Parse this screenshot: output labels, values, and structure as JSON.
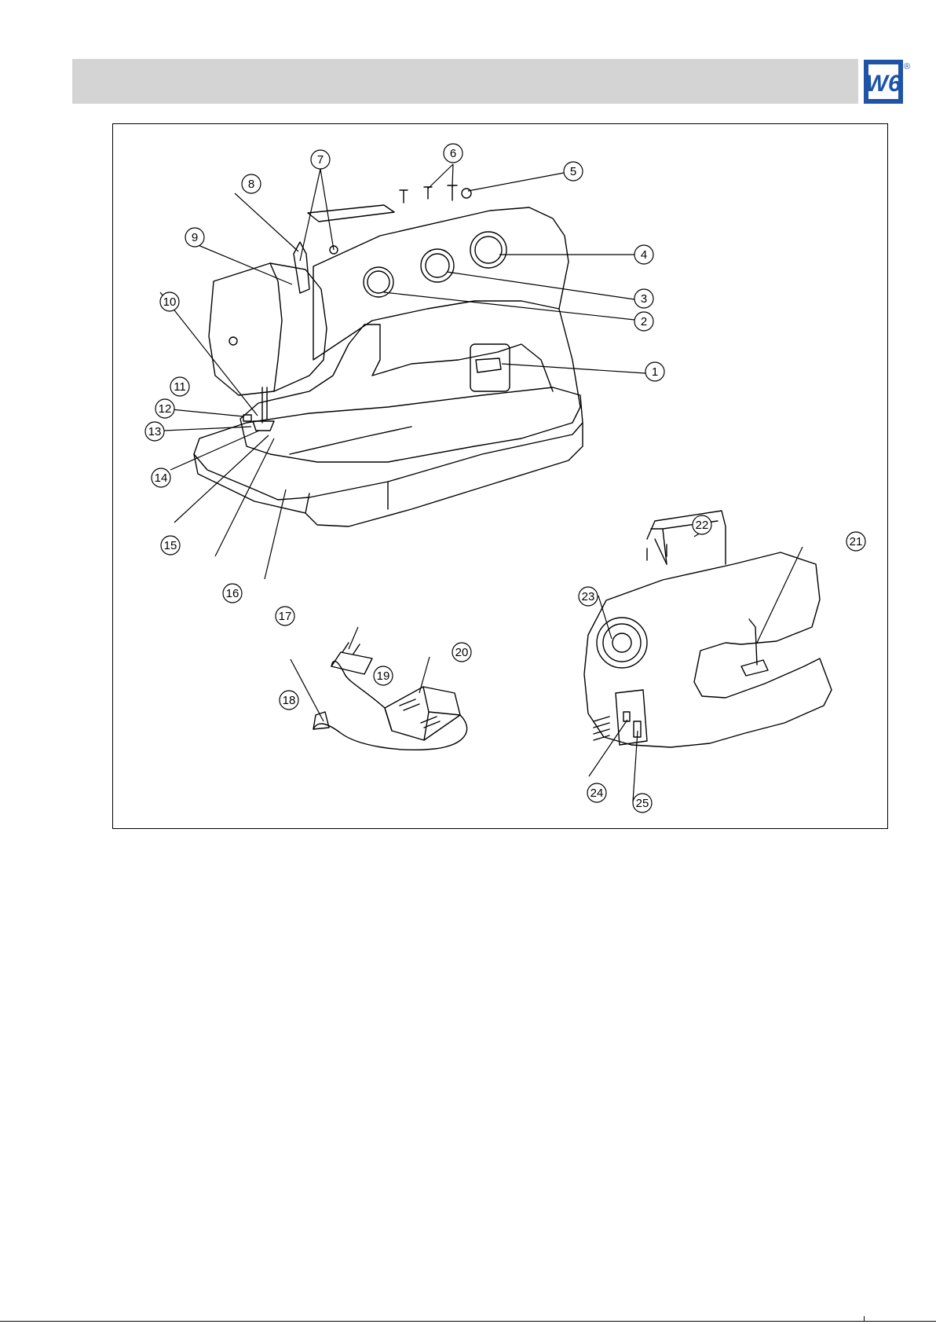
{
  "header": {
    "logo_text": "W6",
    "logo_registered": "®",
    "logo_color": "#1e54a8"
  },
  "figure": {
    "callouts": [
      "1",
      "2",
      "3",
      "4",
      "5",
      "6",
      "7",
      "8",
      "9",
      "10",
      "11",
      "12",
      "13",
      "14",
      "15",
      "16",
      "17",
      "18",
      "19",
      "20",
      "21",
      "22",
      "23",
      "24",
      "25"
    ]
  }
}
